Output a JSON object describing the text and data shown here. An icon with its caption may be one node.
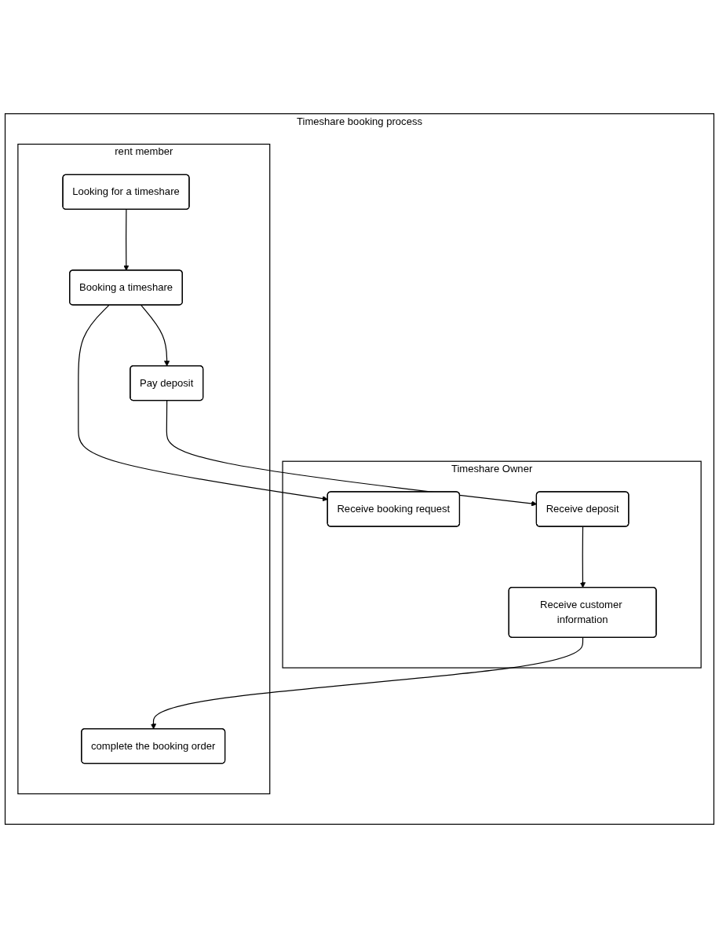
{
  "diagram": {
    "nodes": [
      {
        "text": [
          "Timeshare booking process"
        ]
      },
      {
        "text": [
          "Timeshare Owner"
        ],
        "in": 0
      },
      {
        "text": [
          "rent member"
        ],
        "in": 0
      },
      {
        "text": [
          "Looking for a timeshare"
        ],
        "in": 2
      },
      {
        "text": [
          "Receive booking request"
        ],
        "in": 1
      },
      {
        "text": [
          "Booking a timeshare"
        ],
        "in": 2
      },
      {
        "text": [
          "Receive deposit"
        ],
        "in": 1
      },
      {
        "text": [
          "Pay deposit"
        ],
        "in": 2
      },
      {
        "text": [
          "Receive customer information"
        ],
        "in": 1
      },
      {
        "text": [
          "complete the booking order"
        ],
        "in": 2
      }
    ],
    "edges": [
      {
        "from": 3,
        "to": 5,
        "arrow": "to"
      },
      {
        "from": 5,
        "to": 4,
        "arrow": "to"
      },
      {
        "from": 5,
        "to": 7,
        "arrow": "to"
      },
      {
        "from": 7,
        "to": 6,
        "arrow": "to"
      },
      {
        "from": 6,
        "to": 8,
        "arrow": "to"
      },
      {
        "from": 8,
        "to": 9,
        "arrow": "to"
      }
    ]
  }
}
